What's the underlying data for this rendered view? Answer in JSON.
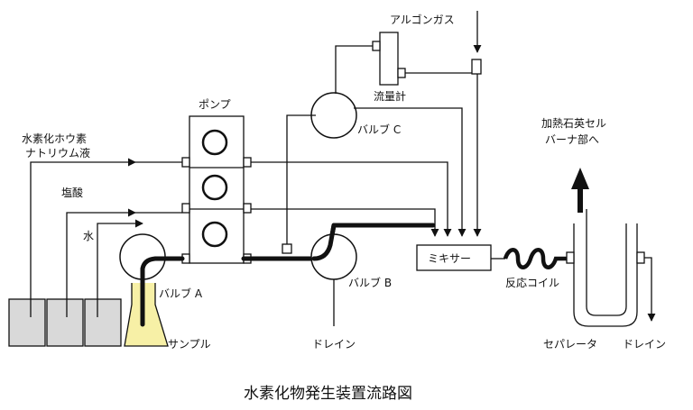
{
  "colors": {
    "line": "#111111",
    "bottle_fill": "#d9d9d9",
    "sample_liquid": "#f7f0a6",
    "box_fill": "#ffffff",
    "background": "#ffffff"
  },
  "labels": {
    "argon_gas": "アルゴンガス",
    "flow_meter": "流量計",
    "pump": "ポンプ",
    "valve_c": "バルブ C",
    "heated_quartz_cell": "加熱石英セル",
    "burner_section": "バーナ部へ",
    "sodium_borohydride": "水素化ホウ素",
    "sodium_borohydride_2": "ナトリウム液",
    "hydrochloric_acid": "塩酸",
    "water": "水",
    "mixer": "ミキサー",
    "reaction_coil": "反応コイル",
    "valve_a": "バルブ A",
    "valve_b": "バルブ B",
    "sample": "サンプル",
    "drain_b": "ドレイン",
    "separator": "セパレータ",
    "drain_sep": "ドレイン"
  },
  "caption": "水素化物発生装置流路図",
  "icons": {
    "arrow": "arrow-icon",
    "valve": "three-way-valve-icon",
    "pump_roller": "pump-roller-icon",
    "bottle": "reagent-bottle-icon",
    "flask": "conical-flask-icon",
    "coil": "reaction-coil-icon"
  }
}
